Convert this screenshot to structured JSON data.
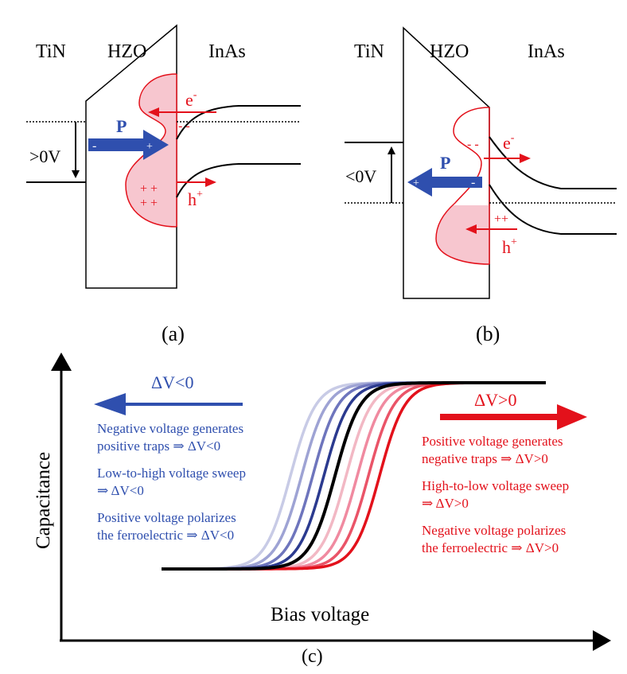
{
  "panel_a": {
    "metal": "TiN",
    "oxide": "HZO",
    "semi": "InAs",
    "voltage": ">0V",
    "pol_label": "P",
    "pol_minus": "-",
    "pol_plus": "+",
    "electron": "e",
    "electron_sup": "-",
    "hole": "h",
    "hole_sup": "+",
    "neg_traps": "- -",
    "pos_traps_1": "+ +",
    "pos_traps_2": "+ +",
    "caption": "(a)"
  },
  "panel_b": {
    "metal": "TiN",
    "oxide": "HZO",
    "semi": "InAs",
    "voltage": "<0V",
    "pol_label": "P",
    "pol_minus": "-",
    "pol_plus": "+",
    "electron": "e",
    "electron_sup": "-",
    "hole": "h",
    "hole_sup": "+",
    "neg_traps": "- -",
    "pos_traps": "++",
    "caption": "(b)"
  },
  "panel_c": {
    "ylabel": "Capacitance",
    "xlabel": "Bias voltage",
    "caption": "(c)",
    "left_arrow_label": "ΔV<0",
    "right_arrow_label": "ΔV>0",
    "left_notes": [
      "Negative voltage generates",
      "positive traps ⇒ ΔV<0",
      "Low-to-high voltage sweep",
      "⇒ ΔV<0",
      "Positive voltage polarizes",
      "the ferroelectric ⇒ ΔV<0"
    ],
    "right_notes": [
      "Positive voltage generates",
      "negative traps ⇒ ΔV>0",
      "High-to-low voltage sweep",
      "⇒ ΔV>0",
      "Negative voltage polarizes",
      "the ferroelectric ⇒ ΔV>0"
    ],
    "colors": {
      "blue": "#2b3a8f",
      "red": "#e3111b",
      "black": "#000000"
    }
  }
}
